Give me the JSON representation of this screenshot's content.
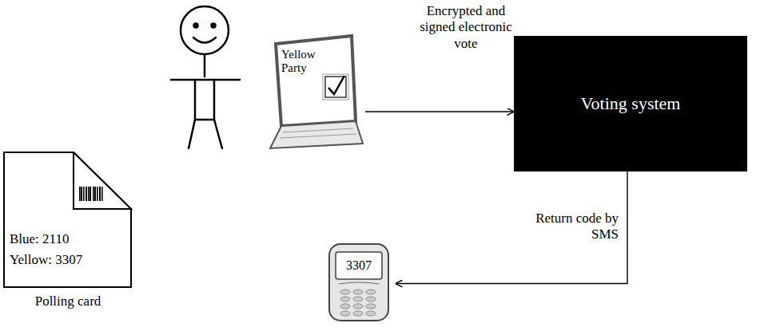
{
  "diagram": {
    "nodes": [
      {
        "text": [
          "Yellow Party"
        ]
      },
      {
        "text": [
          "Voting system"
        ]
      },
      {
        "text": [
          "3307"
        ]
      },
      {
        "text": [
          "Blue: 2110",
          "Yellow: 3307",
          "Polling card"
        ]
      }
    ],
    "edges": [
      {
        "from": 0,
        "to": 1,
        "arrow": "to",
        "label": "Encrypted and signed electronic vote"
      },
      {
        "from": 1,
        "to": 2,
        "arrow": "to",
        "label": "Return code by SMS"
      }
    ]
  }
}
